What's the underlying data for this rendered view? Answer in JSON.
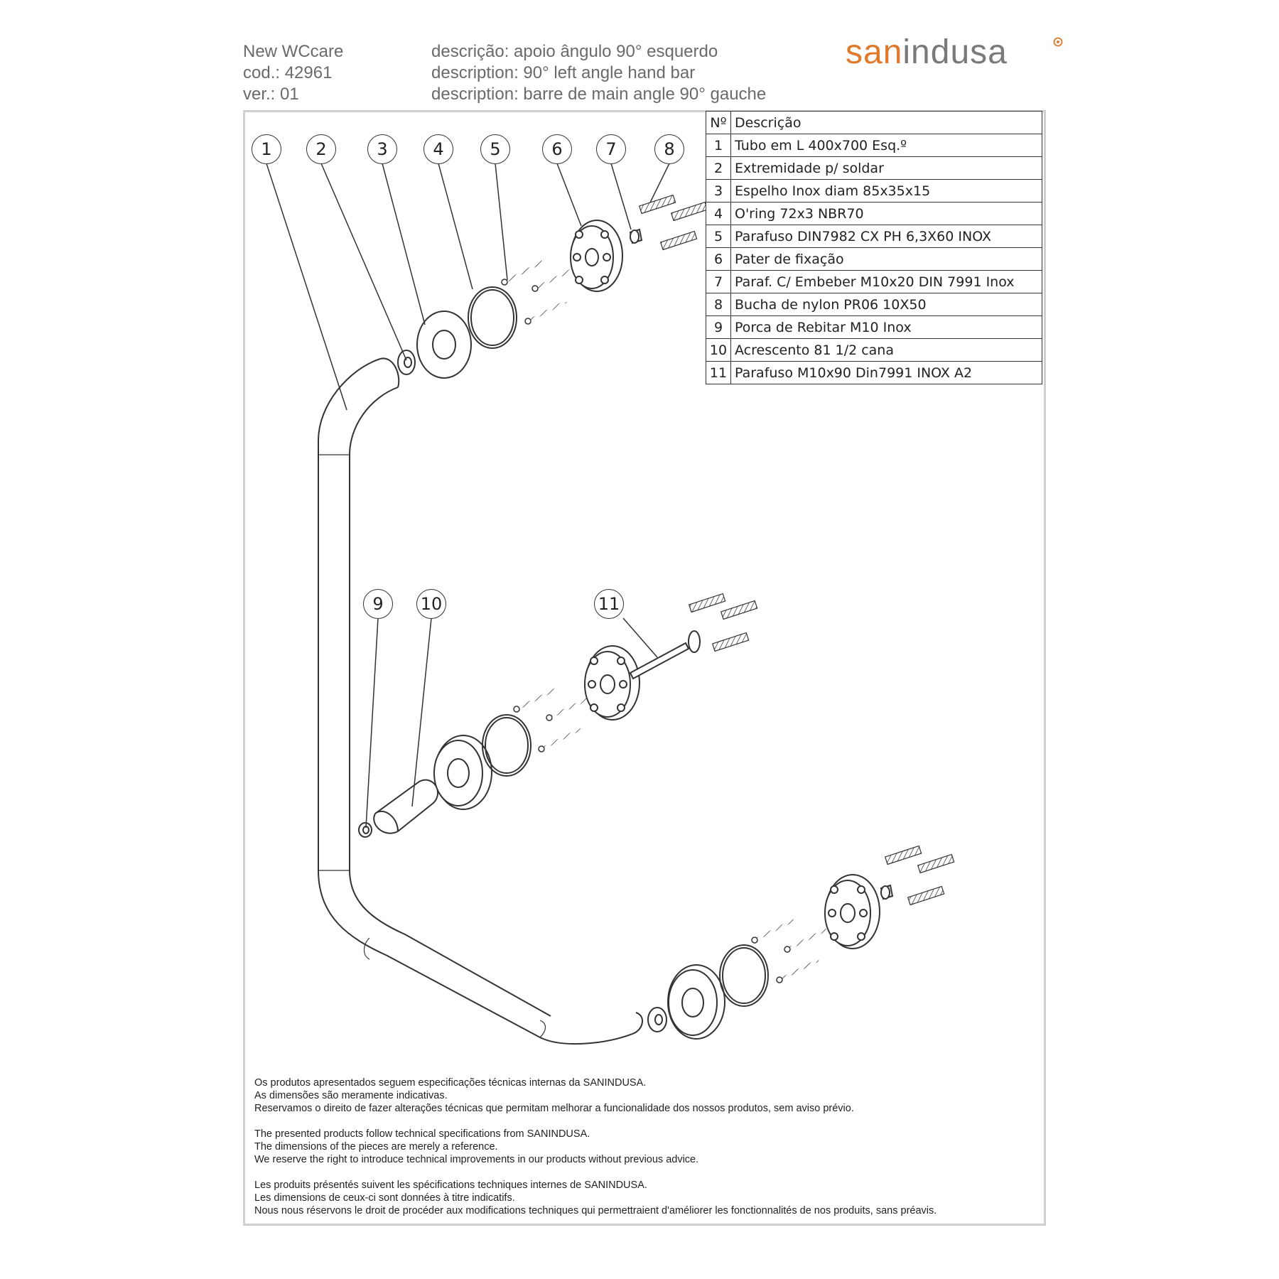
{
  "header": {
    "product_line": "New WCcare",
    "code": "cod.: 42961",
    "version": "ver.: 01",
    "desc_pt": "descrição: apoio ângulo 90° esquerdo",
    "desc_en": "description: 90° left angle hand bar",
    "desc_fr": "description: barre de main angle 90° gauche"
  },
  "logo": {
    "part1": "san",
    "part2": "indusa",
    "accent_color": "#e07a2a",
    "gray_color": "#7a7a7a"
  },
  "parts_table": {
    "col_no": "Nº",
    "col_desc": "Descrição",
    "rows": [
      {
        "no": "1",
        "desc": "Tubo em L 400x700 Esq.º"
      },
      {
        "no": "2",
        "desc": "Extremidade p/ soldar"
      },
      {
        "no": "3",
        "desc": "Espelho Inox diam 85x35x15"
      },
      {
        "no": "4",
        "desc": "O'ring 72x3  NBR70"
      },
      {
        "no": "5",
        "desc": "Parafuso  DIN7982 CX PH 6,3X60 INOX"
      },
      {
        "no": "6",
        "desc": "Pater de fixação"
      },
      {
        "no": "7",
        "desc": "Paraf. C/ Embeber  M10x20 DIN 7991 Inox"
      },
      {
        "no": "8",
        "desc": "Bucha de nylon PR06 10X50"
      },
      {
        "no": "9",
        "desc": "Porca de Rebitar M10 Inox"
      },
      {
        "no": "10",
        "desc": "Acrescento 81 1/2 cana"
      },
      {
        "no": "11",
        "desc": "Parafuso M10x90 Din7991 INOX A2"
      }
    ]
  },
  "callouts": [
    "1",
    "2",
    "3",
    "4",
    "5",
    "6",
    "7",
    "8",
    "9",
    "10",
    "11"
  ],
  "notes": {
    "pt": [
      "Os produtos apresentados seguem especificações técnicas internas da SANINDUSA.",
      "As dimensões são meramente indicativas.",
      "Reservamos o direito de fazer alterações técnicas que permitam melhorar a funcionalidade dos nossos produtos, sem aviso prévio."
    ],
    "en": [
      "The presented products follow technical specifications from SANINDUSA.",
      "The dimensions of the pieces are merely a reference.",
      "We reserve the right to introduce technical improvements in our products without previous advice."
    ],
    "fr": [
      "Les produits présentés suivent les spécifications techniques internes de SANINDUSA.",
      "Les dimensions de ceux-ci sont données à titre indicatifs.",
      "Nous nous réservons le droit de procéder aux modifications techniques qui permettraient d'améliorer les fonctionnalités de nos produits, sans préavis."
    ]
  }
}
